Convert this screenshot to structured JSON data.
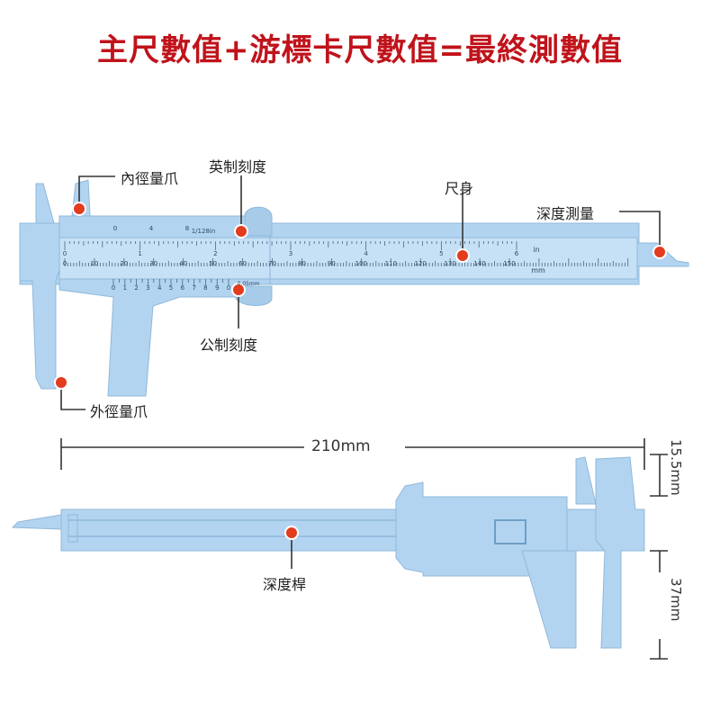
{
  "title": "主尺數值+游標卡尺數值=最終測數值",
  "colors": {
    "title": "#c0131b",
    "body": "#b3d4f0",
    "body_stroke": "#8fb8db",
    "marker": "#e23b1e",
    "leader": "#333333"
  },
  "labels": {
    "inner_jaw": "內徑量爪",
    "inch_scale": "英制刻度",
    "main_scale": "尺身",
    "depth_measure": "深度測量",
    "metric_vernier": "公制刻度",
    "outer_jaw": "外徑量爪",
    "depth_rod": "深度桿"
  },
  "dimensions": {
    "length": "210mm",
    "jaw_thickness": "15.5mm",
    "jaw_depth": "37mm"
  },
  "scale": {
    "inch_vernier_top": [
      "0",
      "4",
      "8"
    ],
    "inch_resolution": "1/128in",
    "inch_numbers": [
      "0",
      "1",
      "2",
      "3",
      "4",
      "5",
      "6"
    ],
    "inch_unit": "in",
    "mm_numbers": [
      "0",
      "10",
      "20",
      "30",
      "40",
      "50",
      "60",
      "70",
      "80",
      "90",
      "100",
      "110",
      "120",
      "130",
      "140",
      "150"
    ],
    "mm_unit": "mm",
    "vernier_numbers": [
      "0",
      "1",
      "2",
      "3",
      "4",
      "5",
      "6",
      "7",
      "8",
      "9",
      "0"
    ],
    "vernier_resolution": "0.05mm"
  }
}
